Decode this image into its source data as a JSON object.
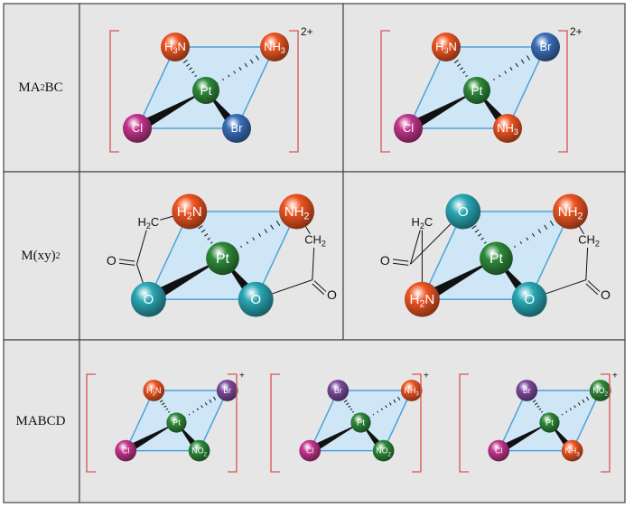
{
  "rows": [
    {
      "label_parts": [
        "MA",
        "2",
        "BC"
      ],
      "structures": [
        {
          "charge": "2+",
          "top_left": [
            "H",
            "3",
            "N"
          ],
          "top_right": [
            "NH",
            "3",
            ""
          ],
          "bottom_left": [
            "Cl",
            "",
            ""
          ],
          "bottom_right": [
            "Br",
            "",
            ""
          ],
          "center": "Pt",
          "colors": {
            "top_left": "orange",
            "top_right": "orange",
            "bottom_left": "magenta",
            "bottom_right": "blue"
          }
        },
        {
          "charge": "2+",
          "top_left": [
            "H",
            "3",
            "N"
          ],
          "top_right": [
            "Br",
            "",
            ""
          ],
          "bottom_left": [
            "Cl",
            "",
            ""
          ],
          "bottom_right": [
            "NH",
            "3",
            ""
          ],
          "center": "Pt",
          "colors": {
            "top_left": "orange",
            "top_right": "blue",
            "bottom_left": "magenta",
            "bottom_right": "orange"
          }
        }
      ]
    },
    {
      "label_parts": [
        "M(xy)",
        "2",
        ""
      ],
      "structures": [
        {
          "charge": "",
          "top_left": [
            "H",
            "2",
            "N"
          ],
          "top_right": [
            "NH",
            "2",
            ""
          ],
          "bottom_left": [
            "O",
            "",
            ""
          ],
          "bottom_right": [
            "O",
            "",
            ""
          ],
          "center": "Pt",
          "colors": {
            "top_left": "orange",
            "top_right": "orange",
            "bottom_left": "teal",
            "bottom_right": "teal"
          },
          "chain_left": [
            "H",
            "2",
            "C"
          ],
          "chain_right": [
            "CH",
            "2",
            ""
          ],
          "carbonyl": "O"
        },
        {
          "charge": "",
          "top_left": [
            "O",
            "",
            ""
          ],
          "top_right": [
            "NH",
            "2",
            ""
          ],
          "bottom_left": [
            "H",
            "2",
            "N"
          ],
          "bottom_right": [
            "O",
            "",
            ""
          ],
          "center": "Pt",
          "colors": {
            "top_left": "teal",
            "top_right": "orange",
            "bottom_left": "orange",
            "bottom_right": "teal"
          },
          "chain_left": [
            "H",
            "2",
            "C"
          ],
          "chain_right": [
            "CH",
            "2",
            ""
          ],
          "carbonyl": "O"
        }
      ]
    },
    {
      "label_parts": [
        "MABCD",
        "",
        ""
      ],
      "structures": [
        {
          "charge": "+",
          "top_left": [
            "H",
            "3",
            "N"
          ],
          "top_right": [
            "Br",
            "",
            ""
          ],
          "bottom_left": [
            "Cl",
            "",
            ""
          ],
          "bottom_right": [
            "NO",
            "2",
            ""
          ],
          "center": "Pt",
          "colors": {
            "top_left": "orange",
            "top_right": "purple",
            "bottom_left": "magenta",
            "bottom_right": "green"
          }
        },
        {
          "charge": "+",
          "top_left": [
            "Br",
            "",
            ""
          ],
          "top_right": [
            "NH",
            "3",
            ""
          ],
          "bottom_left": [
            "Cl",
            "",
            ""
          ],
          "bottom_right": [
            "NO",
            "2",
            ""
          ],
          "center": "Pt",
          "colors": {
            "top_left": "purple",
            "top_right": "orange",
            "bottom_left": "magenta",
            "bottom_right": "green"
          }
        },
        {
          "charge": "+",
          "top_left": [
            "Br",
            "",
            ""
          ],
          "top_right": [
            "NO",
            "2",
            ""
          ],
          "bottom_left": [
            "Cl",
            "",
            ""
          ],
          "bottom_right": [
            "NH",
            "3",
            ""
          ],
          "center": "Pt",
          "colors": {
            "top_left": "purple",
            "top_right": "green",
            "bottom_left": "magenta",
            "bottom_right": "orange"
          }
        }
      ]
    }
  ],
  "palette": {
    "orange": "#ee5522",
    "blue": "#3a6fb8",
    "magenta": "#c2358c",
    "green": "#2f8a3a",
    "teal": "#2aa8b4",
    "purple": "#7b4a9c",
    "plane": "#cfe6f7",
    "plane_edge": "#4aa3dc",
    "bracket": "#d9534f",
    "cell_bg": "#e6e6e6",
    "grid": "#444444"
  }
}
